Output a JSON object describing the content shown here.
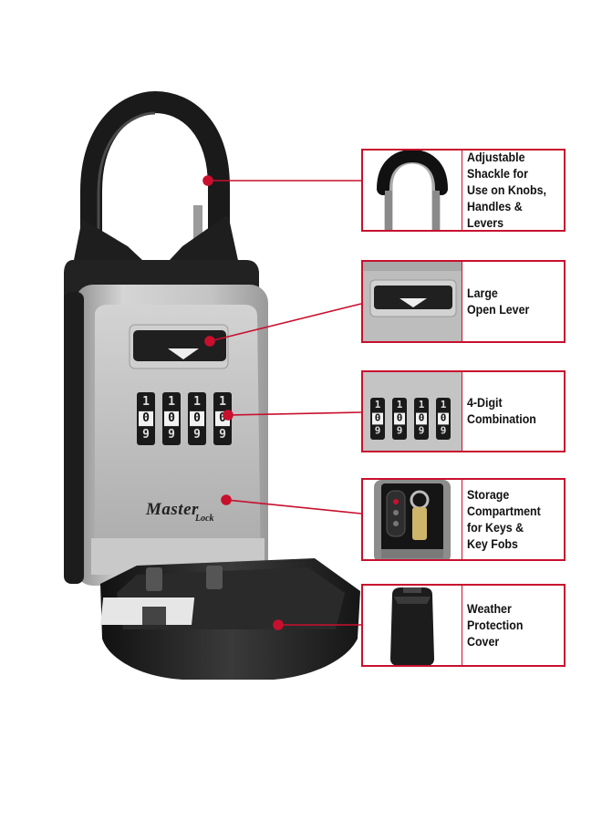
{
  "product": {
    "brand": "Master",
    "brand_sub": "Lock",
    "dial_digits": [
      "1",
      "0",
      "9"
    ]
  },
  "callouts": [
    {
      "id": "shackle",
      "text": "Adjustable\nShackle for\nUse on Knobs,\nHandles & Levers"
    },
    {
      "id": "lever",
      "text": "Large\nOpen Lever"
    },
    {
      "id": "combo",
      "text": "4-Digit\nCombination"
    },
    {
      "id": "storage",
      "text": "Storage\nCompartment\nfor Keys &\nKey Fobs"
    },
    {
      "id": "cover",
      "text": "Weather\nProtection\nCover"
    }
  ],
  "colors": {
    "accent": "#c8102e",
    "body_black": "#1e1e1e",
    "body_silver": "#b7b7b7"
  },
  "icons": {
    "shackle": "shackle-icon",
    "lever": "open-lever-icon",
    "combo": "combination-dial-icon",
    "storage": "key-storage-icon",
    "cover": "weather-cover-icon"
  }
}
